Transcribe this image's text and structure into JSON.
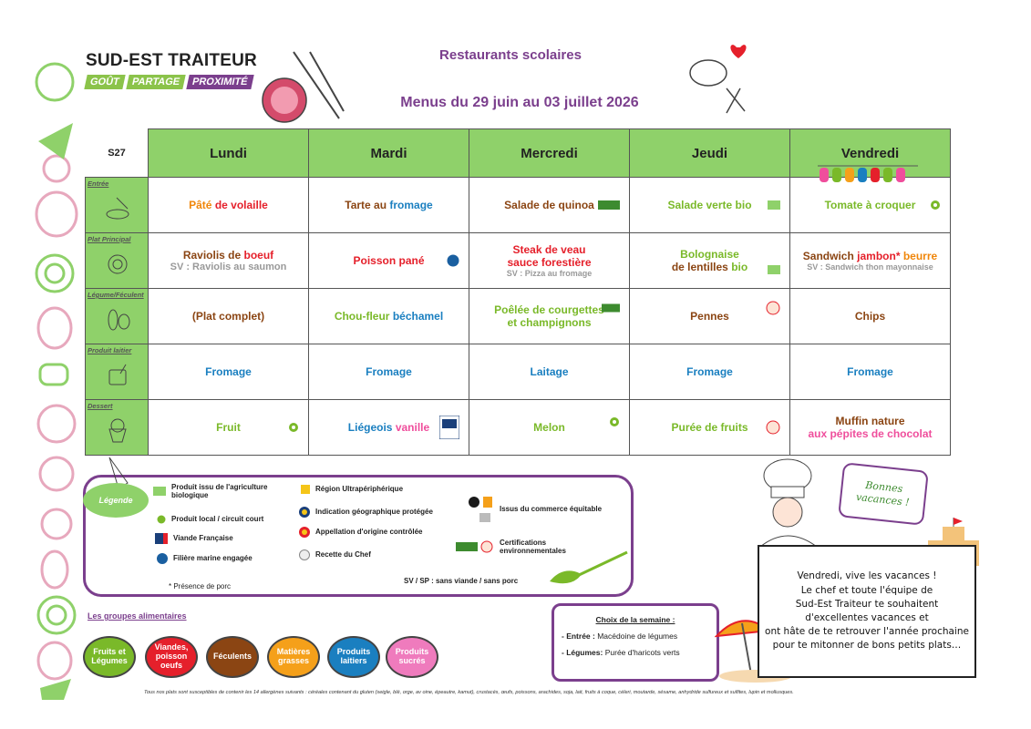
{
  "header": {
    "brand": "SUD-EST TRAITEUR",
    "tags": [
      "GOÛT",
      "PARTAGE",
      "PROXIMITÉ"
    ],
    "title": "Restaurants scolaires",
    "subtitle": "Menus du 29 juin au 03 juillet 2026"
  },
  "table": {
    "week": "S27",
    "days": [
      "Lundi",
      "Mardi",
      "Mercredi",
      "Jeudi",
      "Vendredi"
    ],
    "row_labels": [
      "Entrée",
      "Plat Principal",
      "Légume/Féculent",
      "Produit laitier",
      "Dessert"
    ],
    "entree": {
      "lundi_a": "Pâté",
      "lundi_b": "de volaille",
      "mardi_a": "Tarte au",
      "mardi_b": "fromage",
      "mercredi": "Salade de quinoa",
      "jeudi_a": "Salade verte",
      "jeudi_b": "bio",
      "vendredi": "Tomate à croquer"
    },
    "plat": {
      "lundi_a": "Raviolis de",
      "lundi_b": "boeuf",
      "lundi_sv": "SV : Raviolis au saumon",
      "mardi": "Poisson pané",
      "mercredi_1": "Steak de veau",
      "mercredi_2": "sauce forestière",
      "mercredi_sv": "SV : Pizza au fromage",
      "jeudi_1": "Bolognaise",
      "jeudi_2a": "de lentilles",
      "jeudi_2b": "bio",
      "vendredi_a": "Sandwich",
      "vendredi_b": "jambon*",
      "vendredi_c": "beurre",
      "vendredi_sv": "SV : Sandwich thon mayonnaise"
    },
    "legume": {
      "lundi": "(Plat complet)",
      "mardi_a": "Chou-fleur",
      "mardi_b": "béchamel",
      "mercredi_1": "Poêlée de courgettes",
      "mercredi_2": "et champignons",
      "jeudi": "Pennes",
      "vendredi": "Chips"
    },
    "laitier": {
      "lundi": "Fromage",
      "mardi": "Fromage",
      "mercredi": "Laitage",
      "jeudi": "Fromage",
      "vendredi": "Fromage"
    },
    "dessert": {
      "lundi": "Fruit",
      "mardi_a": "Liégeois",
      "mardi_b": "vanille",
      "mercredi": "Melon",
      "jeudi": "Purée de fruits",
      "vendredi_1": "Muffin nature",
      "vendredi_2": "aux pépites de chocolat"
    }
  },
  "legend": {
    "title": "Légende",
    "items": [
      "Produit issu de l'agriculture biologique",
      "Produit local / circuit court",
      "Viande Française",
      "Filière marine engagée",
      "Région Ultrapériphérique",
      "Indication géographique protégée",
      "Appellation d'origine contrôlée",
      "Recette du Chef",
      "Issus du commerce équitable",
      "Certifications environnementales"
    ],
    "porc_note": "* Présence de porc",
    "svsp_note": "SV / SP : sans viande / sans porc"
  },
  "groups": {
    "title": "Les groupes alimentaires",
    "items": [
      {
        "label": "Fruits et Légumes",
        "color": "#7ab929"
      },
      {
        "label": "Viandes, poisson oeufs",
        "color": "#e5202b"
      },
      {
        "label": "Féculents",
        "color": "#8b4513"
      },
      {
        "label": "Matières grasses",
        "color": "#f5a01a"
      },
      {
        "label": "Produits laitiers",
        "color": "#1a7fc0"
      },
      {
        "label": "Produits sucrés",
        "color": "#ef7bbd"
      }
    ]
  },
  "choix": {
    "title": "Choix de la semaine :",
    "entree_label": "- Entrée :",
    "entree_value": "Macédoine de légumes",
    "legumes_label": "- Légumes:",
    "legumes_value": "Purée d'haricots verts"
  },
  "bubble": "Bonnes vacances !",
  "message": [
    "Vendredi, vive les vacances !",
    "Le chef et toute l'équipe de",
    "Sud-Est Traiteur te souhaitent",
    "d'excellentes vacances et",
    "ont hâte de te retrouver l'année prochaine",
    "pour te mitonner de bons petits plats…"
  ],
  "footnote": "Tous nos plats sont susceptibles de contenir les 14 allergènes suivants : céréales contenant du gluten (seigle, blé, orge, av oine, épeautre, kamut), crustacés, œufs, poissons, arachides, soja, lait, fruits à coque, céleri, moutarde, sésame, anhydride sulfureux et sulfites, lupin et mollusques."
}
